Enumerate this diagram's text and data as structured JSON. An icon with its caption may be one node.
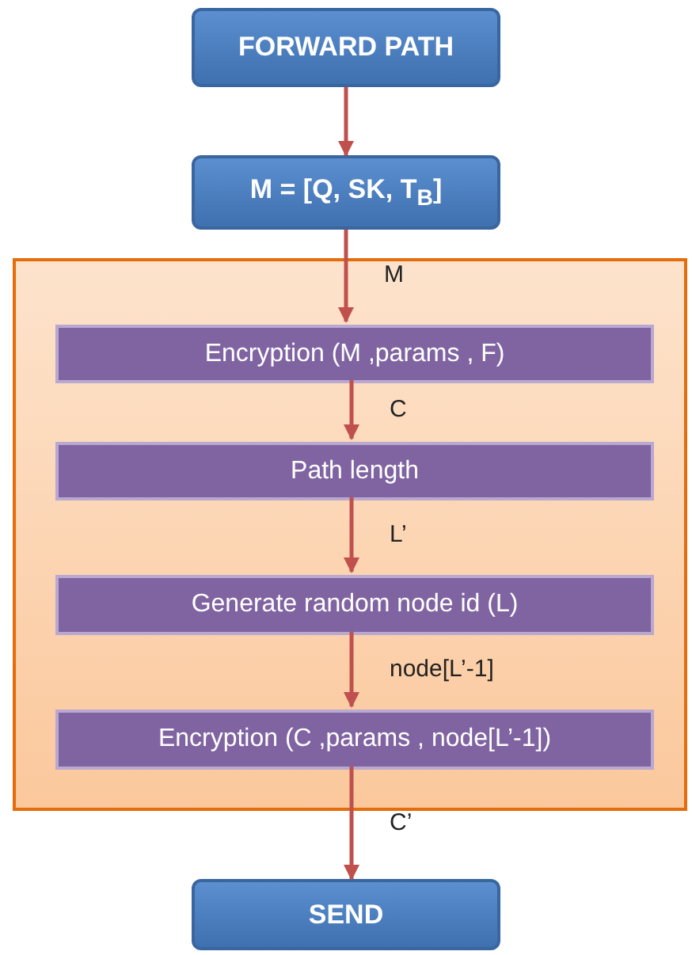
{
  "diagram": {
    "nodes": [
      {
        "text": [
          "FORWARD PATH"
        ]
      },
      {
        "text": [
          "M = [Q, SK, T$_{B}$]"
        ]
      },
      {
        "text": [],
        "shape": "box"
      },
      {
        "text": [
          "Encryption (M ,params , F)"
        ],
        "in": 2
      },
      {
        "text": [
          "Path length"
        ],
        "in": 2
      },
      {
        "text": [
          "Generate random node id (L)"
        ],
        "in": 2
      },
      {
        "text": [
          "Encryption (C ,params , node[L’-1])"
        ],
        "in": 2
      },
      {
        "text": [
          "SEND"
        ]
      }
    ],
    "edges": [
      {
        "from": 0,
        "to": 1,
        "arrow": "to"
      },
      {
        "from": 1,
        "to": 3,
        "arrow": "to",
        "label": "M"
      },
      {
        "from": 3,
        "to": 4,
        "arrow": "to",
        "label": "C"
      },
      {
        "from": 4,
        "to": 5,
        "arrow": "to",
        "label": "L’"
      },
      {
        "from": 5,
        "to": 6,
        "arrow": "to",
        "label": "node[L’-1]"
      },
      {
        "from": 6,
        "to": 7,
        "arrow": "to",
        "label": "C’"
      }
    ]
  }
}
